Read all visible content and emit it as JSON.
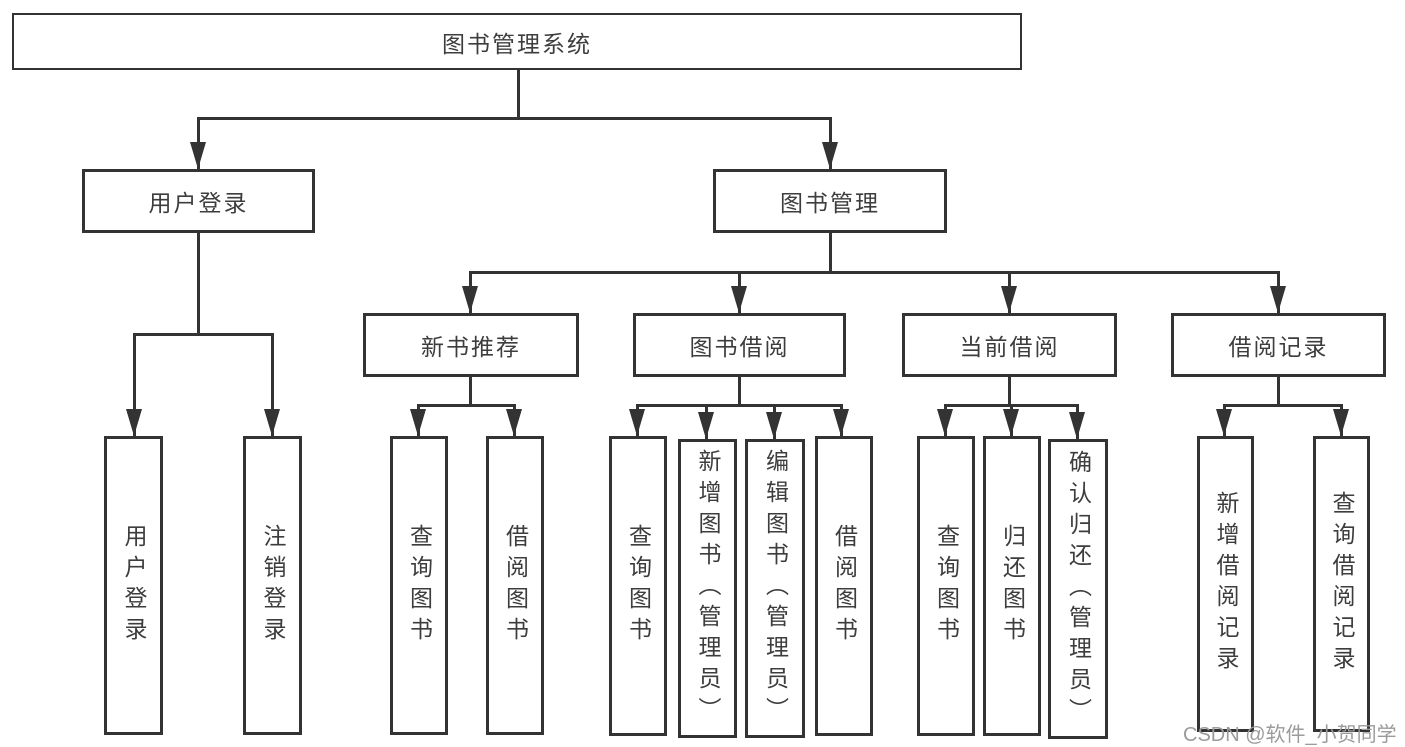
{
  "colors": {
    "line": "#333333",
    "text": "#3d3d3d",
    "background": "#ffffff",
    "watermark": "#9b9b9b"
  },
  "root": {
    "label": "图书管理系统"
  },
  "branches": [
    {
      "label": "用户登录",
      "children": [
        {
          "label": "用户登录"
        },
        {
          "label": "注销登录"
        }
      ]
    },
    {
      "label": "图书管理",
      "children": [
        {
          "label": "新书推荐",
          "children": [
            {
              "label": "查询图书"
            },
            {
              "label": "借阅图书"
            }
          ]
        },
        {
          "label": "图书借阅",
          "children": [
            {
              "label": "查询图书"
            },
            {
              "label": "新增图书（管理员）"
            },
            {
              "label": "编辑图书（管理员）"
            },
            {
              "label": "借阅图书"
            }
          ]
        },
        {
          "label": "当前借阅",
          "children": [
            {
              "label": "查询图书"
            },
            {
              "label": "归还图书"
            },
            {
              "label": "确认归还（管理员）"
            }
          ]
        },
        {
          "label": "借阅记录",
          "children": [
            {
              "label": "新增借阅记录"
            },
            {
              "label": "查询借阅记录"
            }
          ]
        }
      ]
    }
  ],
  "watermark": {
    "text": "CSDN @软件_小贺同学"
  }
}
